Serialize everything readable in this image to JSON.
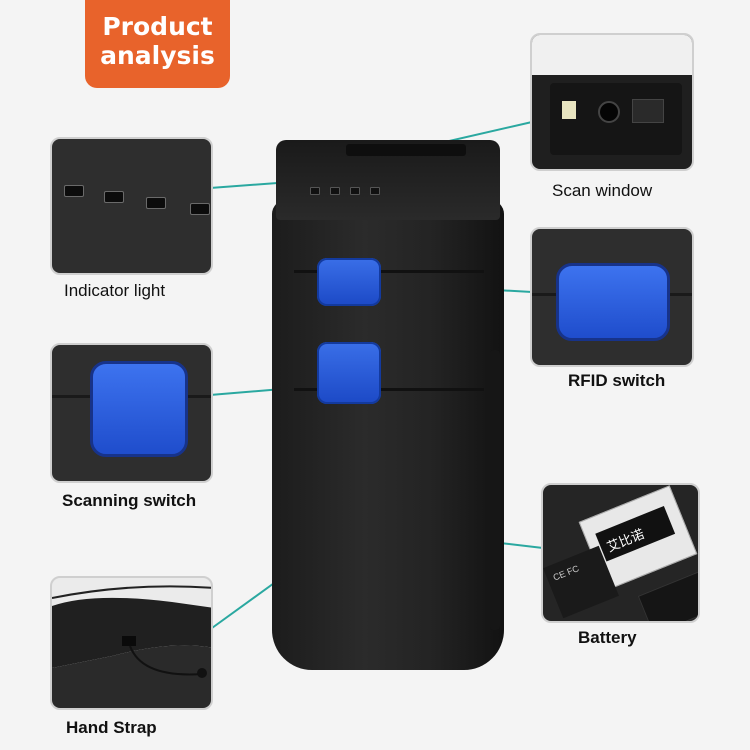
{
  "badge": {
    "line1": "Product",
    "line2": "analysis"
  },
  "labels": {
    "scan_window": "Scan window",
    "indicator_light": "Indicator light",
    "rfid_switch": "RFID switch",
    "scanning_switch": "Scanning switch",
    "battery": "Battery",
    "hand_strap": "Hand Strap"
  },
  "battery_sticker": {
    "brand": "艾比诺",
    "marks": "CE FC"
  },
  "colors": {
    "badge": "#e8632b",
    "accent_line": "#2aa8a0",
    "button_blue": "#2f5fe0"
  }
}
